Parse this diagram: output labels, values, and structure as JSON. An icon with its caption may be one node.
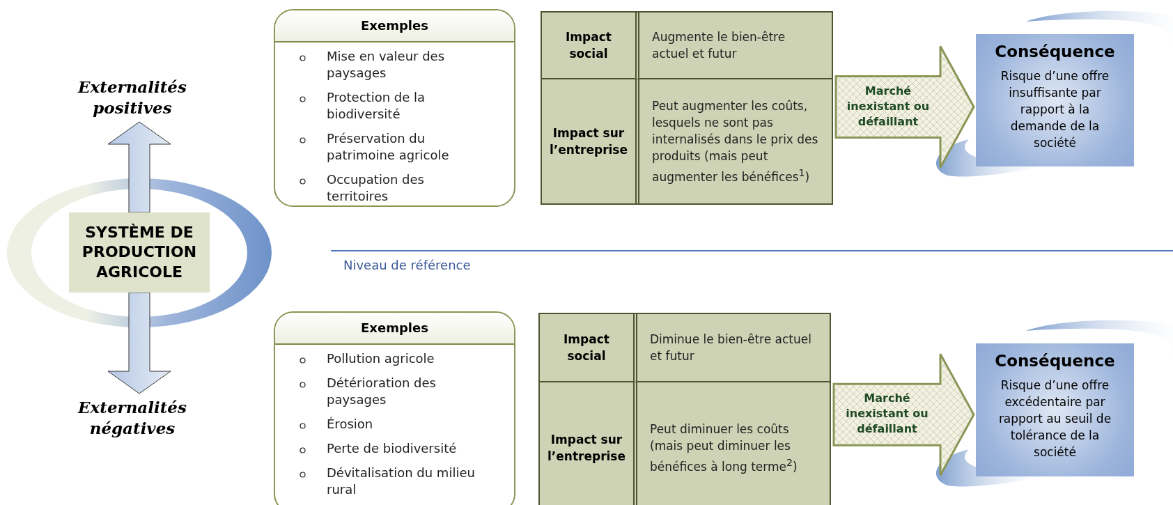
{
  "diagram": {
    "nodes": [
      {
        "text": [
          "SYSTÈME DE PRODUCTION AGRICOLE"
        ]
      },
      {
        "text": [
          "Externalités positives"
        ]
      },
      {
        "text": [
          "Externalités négatives"
        ]
      },
      {
        "text": [
          "Exemples",
          "Mise en valeur des paysages",
          "Protection de la biodiversité",
          "Préservation du patrimoine agricole",
          "Occupation des territoires"
        ]
      },
      {
        "text": [
          "Impact social",
          "Augmente le bien-être actuel et futur",
          "Impact sur l’entreprise",
          "Peut augmenter les coûts, lesquels ne sont pas internalisés dans le prix des produits (mais peut augmenter les bénéfices$^{1}$)"
        ]
      },
      {
        "text": [
          "Conséquence",
          "Risque d’une offre insuffisante par rapport à la demande de la société"
        ]
      },
      {
        "text": [
          "Exemples",
          "Pollution agricole",
          "Détérioration des paysages",
          "Érosion",
          "Perte de biodiversité",
          "Dévitalisation du milieu rural"
        ]
      },
      {
        "text": [
          "Impact social",
          "Diminue le bien-être actuel et futur",
          "Impact sur l’entreprise",
          "Peut diminuer les coûts (mais peut diminuer les bénéfices à long terme$^{2}$)"
        ]
      },
      {
        "text": [
          "Conséquence",
          "Risque d’une offre excédentaire par rapport au seuil de tolérance de la société"
        ]
      }
    ],
    "edges": [
      {
        "from": 0,
        "to": 1,
        "arrow": "to"
      },
      {
        "from": 0,
        "to": 2,
        "arrow": "to"
      },
      {
        "from": 4,
        "to": 5,
        "arrow": "to",
        "label": "Marché inexistant ou défaillant"
      },
      {
        "from": 7,
        "to": 8,
        "arrow": "to",
        "label": "Marché inexistant ou défaillant"
      }
    ],
    "labels": [
      "Niveau de référence"
    ]
  }
}
